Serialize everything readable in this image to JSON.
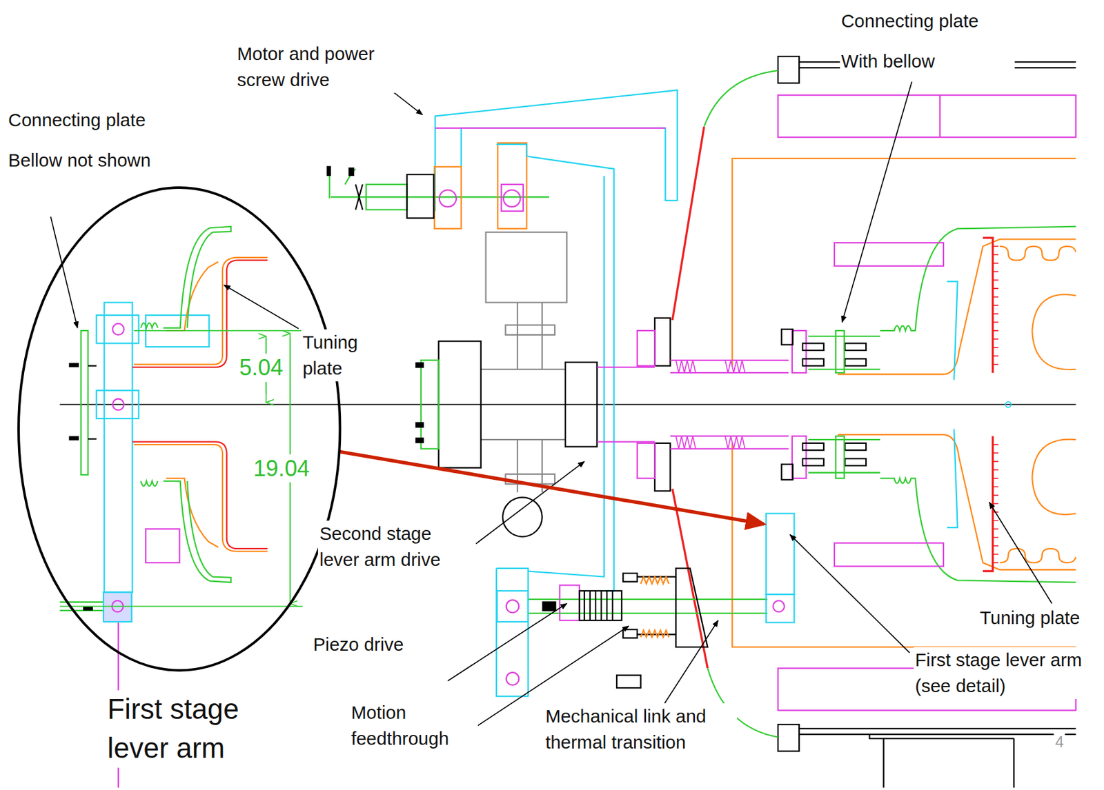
{
  "diagram": {
    "nodes": [
      {
        "text": [
          "First stage lever arm"
        ]
      }
    ],
    "labels": [
      "Motor and power screw drive",
      "Connecting plate With bellow",
      "Connecting plate Bellow not shown",
      "Tuning plate",
      "5.04",
      "19.04",
      "Second stage lever arm drive",
      "Piezo drive",
      "Motion feedthrough",
      "Mechanical link and thermal transition",
      "First stage lever arm (see detail)",
      "Tuning plate",
      "4"
    ]
  }
}
